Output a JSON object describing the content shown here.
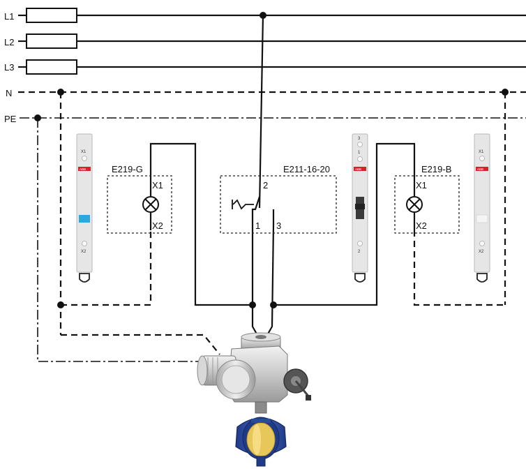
{
  "lines": {
    "l1": "L1",
    "l2": "L2",
    "l3": "L3",
    "n": "N",
    "pe": "PE"
  },
  "modules": {
    "left": {
      "title": "E219-G",
      "x1": "X1",
      "x2": "X2"
    },
    "center": {
      "title": "E211-16-20",
      "t2": "2",
      "t1": "1",
      "t3": "3"
    },
    "right": {
      "title": "E219-B",
      "x1": "X1",
      "x2": "X2"
    }
  },
  "din_devices": {
    "brand": "ABB",
    "x1": "X1",
    "x2": "X2",
    "terminal_3": "3",
    "terminal_1": "1",
    "terminal_2": "2"
  },
  "colors": {
    "indicator_green_module": "#2aa9e0",
    "valve_body": "#2b4a9a",
    "valve_disc": "#e8c75a",
    "abb_red": "#d6222a"
  }
}
